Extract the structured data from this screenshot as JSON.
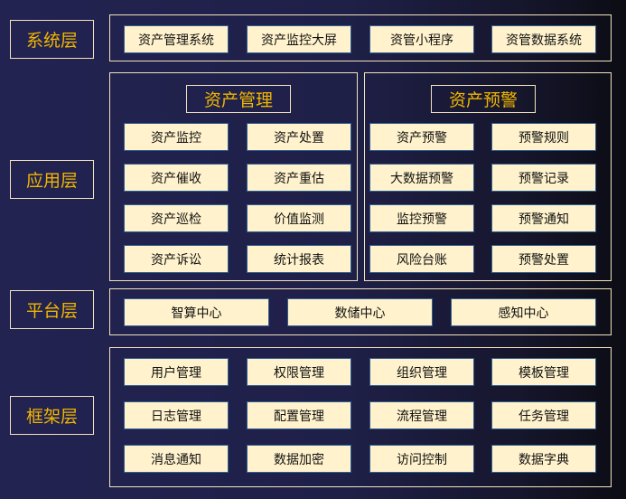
{
  "layers": {
    "system": "系统层",
    "application": "应用层",
    "platform": "平台层",
    "framework": "框架层"
  },
  "system": [
    "资产管理系统",
    "资产监控大屏",
    "资管小程序",
    "资管数据系统"
  ],
  "asset_management": {
    "title": "资产管理",
    "items": [
      "资产监控",
      "资产处置",
      "资产催收",
      "资产重估",
      "资产巡检",
      "价值监测",
      "资产诉讼",
      "统计报表"
    ]
  },
  "asset_warning": {
    "title": "资产预警",
    "items": [
      "资产预警",
      "预警规则",
      "大数据预警",
      "预警记录",
      "监控预警",
      "预警通知",
      "风险台账",
      "预警处置"
    ]
  },
  "platform": [
    "智算中心",
    "数储中心",
    "感知中心"
  ],
  "framework": [
    "用户管理",
    "权限管理",
    "组织管理",
    "模板管理",
    "日志管理",
    "配置管理",
    "流程管理",
    "任务管理",
    "消息通知",
    "数据加密",
    "访问控制",
    "数据字典"
  ]
}
